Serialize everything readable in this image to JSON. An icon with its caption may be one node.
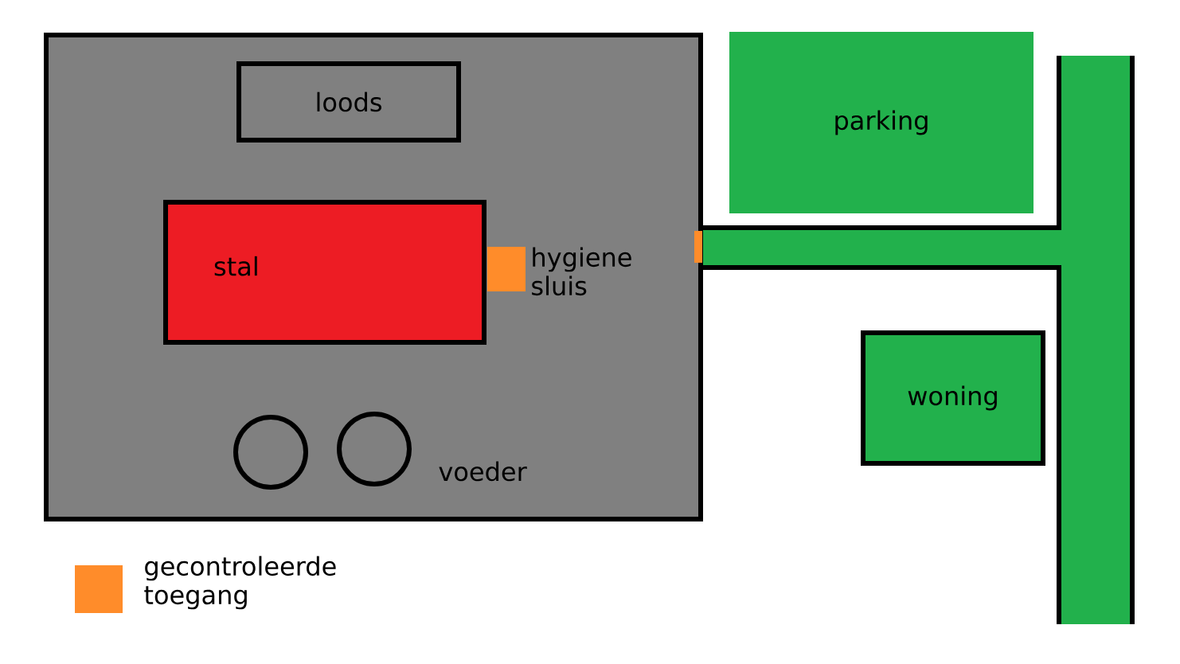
{
  "diagram": {
    "nodes": [
      {
        "text": [],
        "shape": "box"
      },
      {
        "text": [
          "loods"
        ],
        "in": 0
      },
      {
        "text": [
          "stal"
        ],
        "in": 0
      },
      {
        "text": [],
        "shape": "box",
        "beside": [
          "hygiene sluis"
        ],
        "in": 0
      },
      {
        "text": [],
        "shape": "circle",
        "in": 0
      },
      {
        "text": [],
        "shape": "circle",
        "in": 0
      },
      {
        "text": [
          "parking"
        ]
      },
      {
        "text": [
          "woning"
        ]
      }
    ],
    "labels": [
      "voeder"
    ],
    "legend": [
      {
        "text": "gecontroleerde toegang",
        "color": "#ff8c2a"
      }
    ]
  }
}
